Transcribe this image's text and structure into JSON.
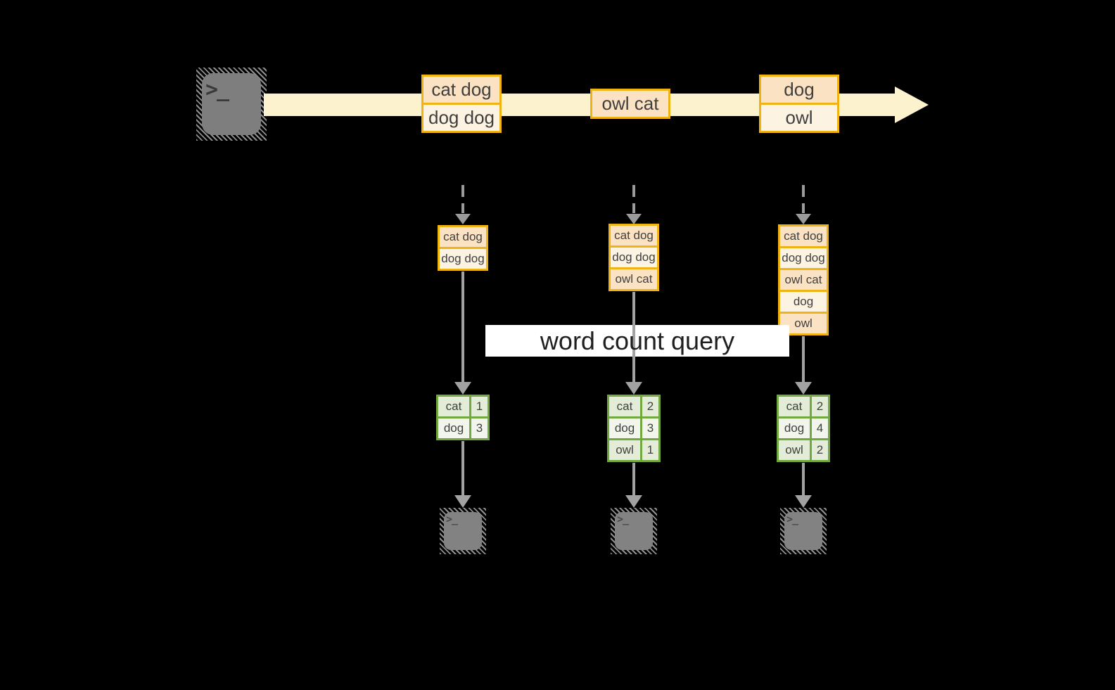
{
  "query": {
    "label": "word count query"
  },
  "stream": {
    "batches": [
      {
        "lines": [
          "cat dog",
          "dog dog"
        ]
      },
      {
        "lines": [
          "owl cat"
        ]
      },
      {
        "lines": [
          "dog",
          "owl"
        ]
      }
    ]
  },
  "buffers": [
    {
      "lines": [
        "cat dog",
        "dog dog"
      ]
    },
    {
      "lines": [
        "cat dog",
        "dog dog",
        "owl cat"
      ]
    },
    {
      "lines": [
        "cat dog",
        "dog dog",
        "owl cat",
        "dog",
        "owl"
      ]
    }
  ],
  "counts": [
    {
      "rows": [
        {
          "word": "cat",
          "count": "1"
        },
        {
          "word": "dog",
          "count": "3"
        }
      ]
    },
    {
      "rows": [
        {
          "word": "cat",
          "count": "2"
        },
        {
          "word": "dog",
          "count": "3"
        },
        {
          "word": "owl",
          "count": "1"
        }
      ]
    },
    {
      "rows": [
        {
          "word": "cat",
          "count": "2"
        },
        {
          "word": "dog",
          "count": "4"
        },
        {
          "word": "owl",
          "count": "2"
        }
      ]
    }
  ],
  "terminals": {
    "prompt_glyph": ">_"
  },
  "colors": {
    "background": "#000000",
    "stream_band": "#FDF2CE",
    "box_border": "#F0B314",
    "box_fill_dark": "#FBE2C2",
    "box_fill_light": "#FDF3E2",
    "table_border": "#72A840",
    "table_fill_dark": "#E2ECD6",
    "table_fill_light": "#F1F5EB",
    "arrow_gray": "#A2A2A2",
    "terminal_gray": "#7E7E7E",
    "banner_background": "#FFFFFF"
  }
}
